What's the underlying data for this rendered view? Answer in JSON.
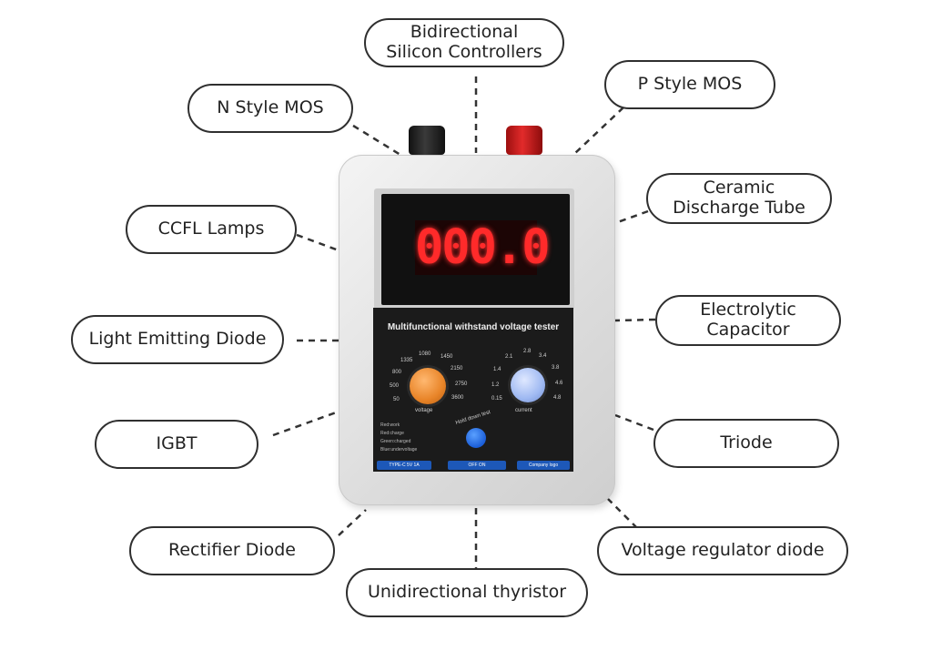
{
  "labels": {
    "bidirectional": "Bidirectional\nSilicon Controllers",
    "n_mos": "N Style MOS",
    "p_mos": "P Style MOS",
    "ceramic": "Ceramic\nDischarge Tube",
    "ccfl": "CCFL Lamps",
    "electrolytic": "Electrolytic\nCapacitor",
    "led": "Light Emitting Diode",
    "igbt": "IGBT",
    "triode": "Triode",
    "rectifier": "Rectifier Diode",
    "regulator": "Voltage regulator diode",
    "thyristor": "Unidirectional thyristor"
  },
  "device": {
    "display_value": "000.0",
    "title": "Multifunctional withstand voltage tester",
    "voltage_label": "voltage",
    "current_label": "current",
    "hold_label": "Hold down test",
    "voltage_scale": [
      "1080",
      "1450",
      "1335",
      "2150",
      "800",
      "2750",
      "500",
      "50",
      "3600"
    ],
    "current_scale": [
      "2.8",
      "2.1",
      "3.4",
      "1.4",
      "3.8",
      "1.2",
      "4.6",
      "0.15",
      "4.8"
    ],
    "legend": [
      "Red:work",
      "Red:charge",
      "Green:charged",
      "Blue:undervoltage"
    ],
    "tags": [
      "TYPE-C 5V 1A",
      "OFF ON",
      "Company logo"
    ]
  },
  "colors": {
    "display_red": "#ff2a2a",
    "knob_orange": "#e88428",
    "knob_blue": "#9fb9f2"
  }
}
